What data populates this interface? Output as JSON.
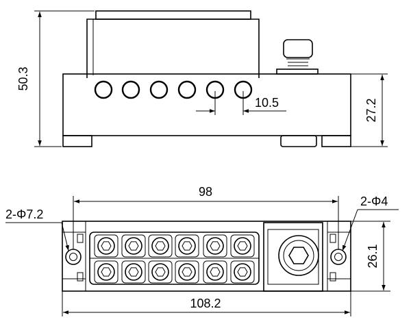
{
  "drawing": {
    "side_view": {
      "overall_height": "50.3",
      "block_height": "27.2",
      "hole_pitch": "10.5"
    },
    "top_view": {
      "hole_spacing": "98",
      "overall_length": "108.2",
      "depth": "26.1",
      "mount_hole_label": "2-Φ7.2",
      "screw_label": "2-Φ4"
    }
  }
}
